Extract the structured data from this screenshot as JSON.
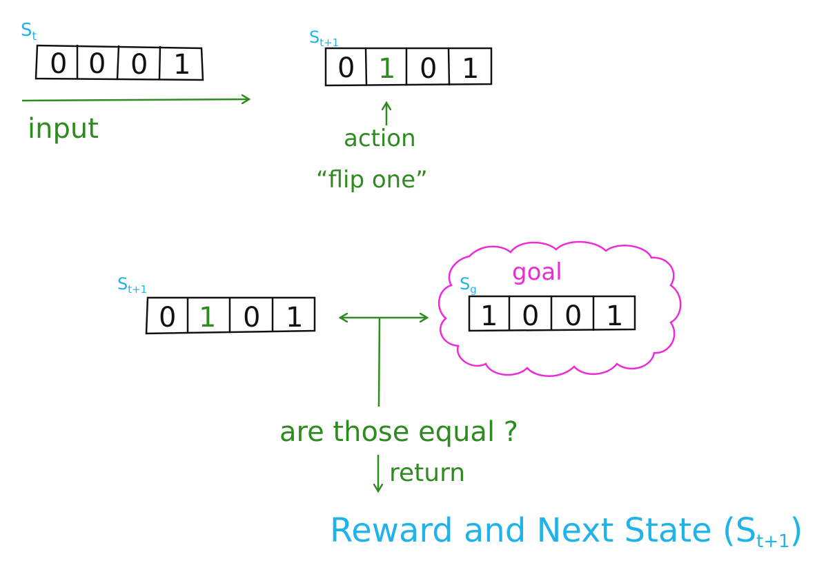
{
  "colors": {
    "ink": "#111111",
    "green": "#2e8b1f",
    "blue": "#1fb3ea",
    "magenta": "#ee2ad8"
  },
  "state_t": {
    "label": "St",
    "bits": [
      "0",
      "0",
      "0",
      "1"
    ]
  },
  "input_label": "input",
  "state_t1_top": {
    "label": "St+1",
    "bits": [
      "0",
      "1",
      "0",
      "1"
    ],
    "highlight_index": 1
  },
  "action": {
    "label": "action",
    "quote": "“flip one”"
  },
  "state_t1_bottom": {
    "label": "St+1",
    "bits": [
      "0",
      "1",
      "0",
      "1"
    ],
    "highlight_index": 1
  },
  "goal": {
    "cloud_label": "goal",
    "label": "Sg",
    "bits": [
      "1",
      "0",
      "0",
      "1"
    ]
  },
  "question": "are those equal ?",
  "return_label": "return",
  "result": "Reward and Next State (St+1)"
}
